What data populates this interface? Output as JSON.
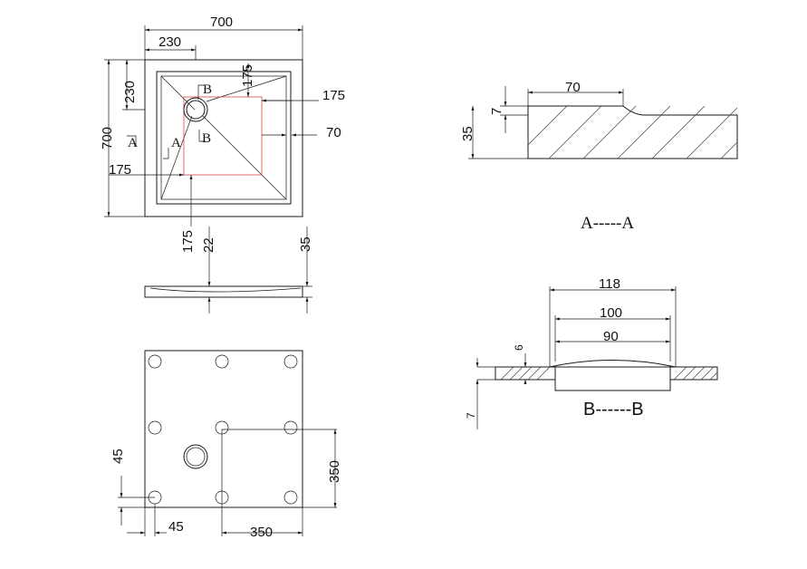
{
  "top_view": {
    "width_label": "700",
    "height_label": "700",
    "offset_x_label": "230",
    "offset_y_label": "230",
    "drain_top_label": "175",
    "drain_right_label": "175",
    "drain_left_label": "175",
    "drain_bottom_label": "175",
    "slope_label": "70",
    "section_a_left": "A",
    "section_a_inner": "A",
    "section_b_top": "B",
    "section_b_bottom": "B"
  },
  "side_view": {
    "thickness_label": "22",
    "height_label": "35"
  },
  "section_aa": {
    "width_label": "70",
    "step_label": "7",
    "height_label": "35",
    "title": "A-----A"
  },
  "bottom_view": {
    "edge_v_label": "45",
    "edge_h_label": "45",
    "half_h_label": "350",
    "half_v_label": "350"
  },
  "section_bb": {
    "outer_label": "118",
    "mid_label": "100",
    "inner_label": "90",
    "depth_label": "6",
    "thickness_label": "7",
    "title": "B------B"
  }
}
